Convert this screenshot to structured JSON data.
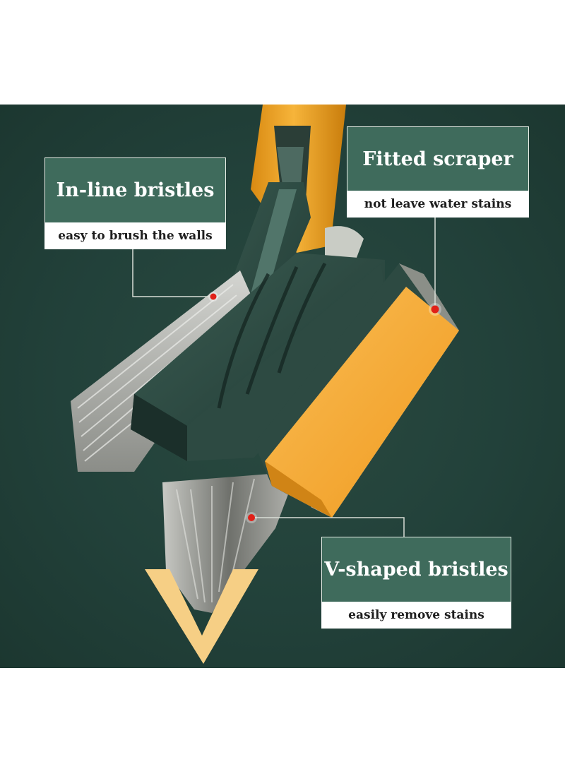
{
  "callouts": {
    "inline": {
      "title": "In-line bristles",
      "subtitle": "easy to brush the walls"
    },
    "scraper": {
      "title": "Fitted scraper",
      "subtitle": "not leave water stains"
    },
    "vshaped": {
      "title": "V-shaped bristles",
      "subtitle": "easily remove stains"
    }
  },
  "colors": {
    "background": "#22413a",
    "callout_title_bg": "#3f6b5c",
    "handle": "#f0aa2a",
    "scraper": "#f7b040",
    "brush_body": "#2c4a41",
    "bristles": "#b9bab5",
    "marker": "#e02018",
    "chevron": "#f6cf85"
  },
  "icons": [
    "v-chevron-icon",
    "marker-dot-icon"
  ]
}
